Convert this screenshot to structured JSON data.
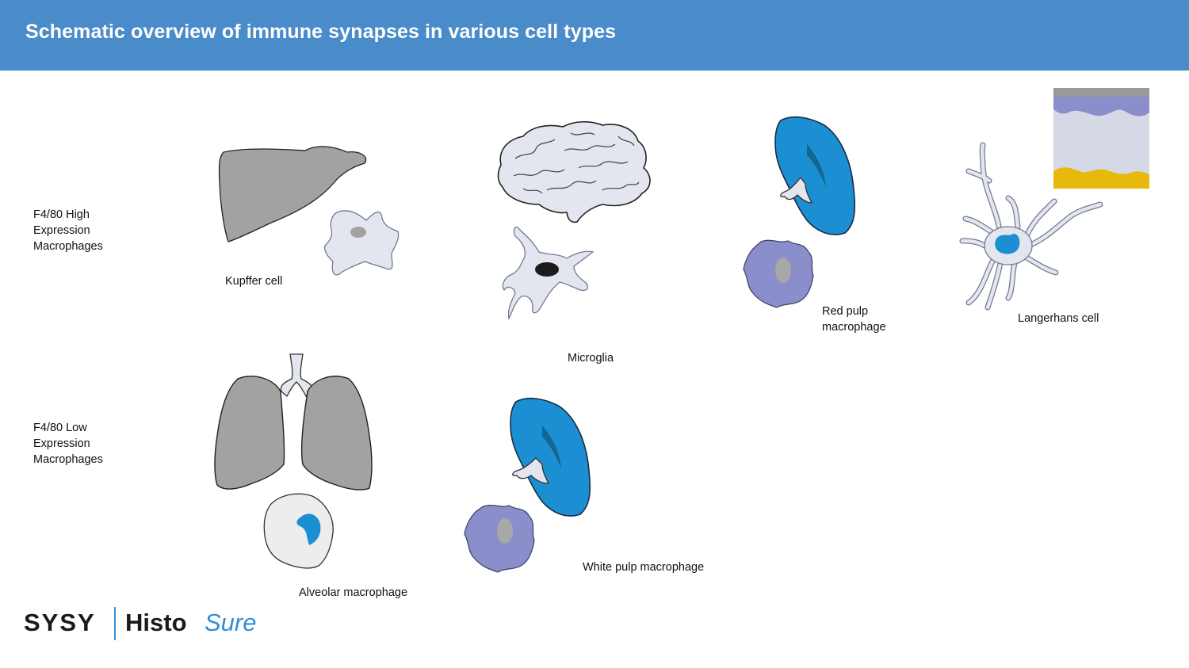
{
  "header": {
    "title": "Schematic overview of immune synapses in various cell types"
  },
  "rows": {
    "high": "F4/80 High\nExpression\nMacrophages",
    "low": "F4/80 Low\nExpression\nMacrophages"
  },
  "cells": {
    "kupffer": "Kupffer cell",
    "microglia": "Microglia",
    "red_pulp": "Red pulp\nmacrophage",
    "langerhans": "Langerhans cell",
    "alveolar": "Alveolar macrophage",
    "white_pulp": "White pulp macrophage"
  },
  "logo": {
    "brand": "SYSY",
    "product_prefix": "Histo",
    "product_suffix": "Sure"
  },
  "colors": {
    "banner": "#4a8bc9",
    "organ_gray": "#a3a1a1",
    "cell_light": "#e3e6ee",
    "spleen_blue": "#1b8fd2",
    "macrophage_purple": "#8a8fcb",
    "skin_yellow": "#e6b90c"
  }
}
